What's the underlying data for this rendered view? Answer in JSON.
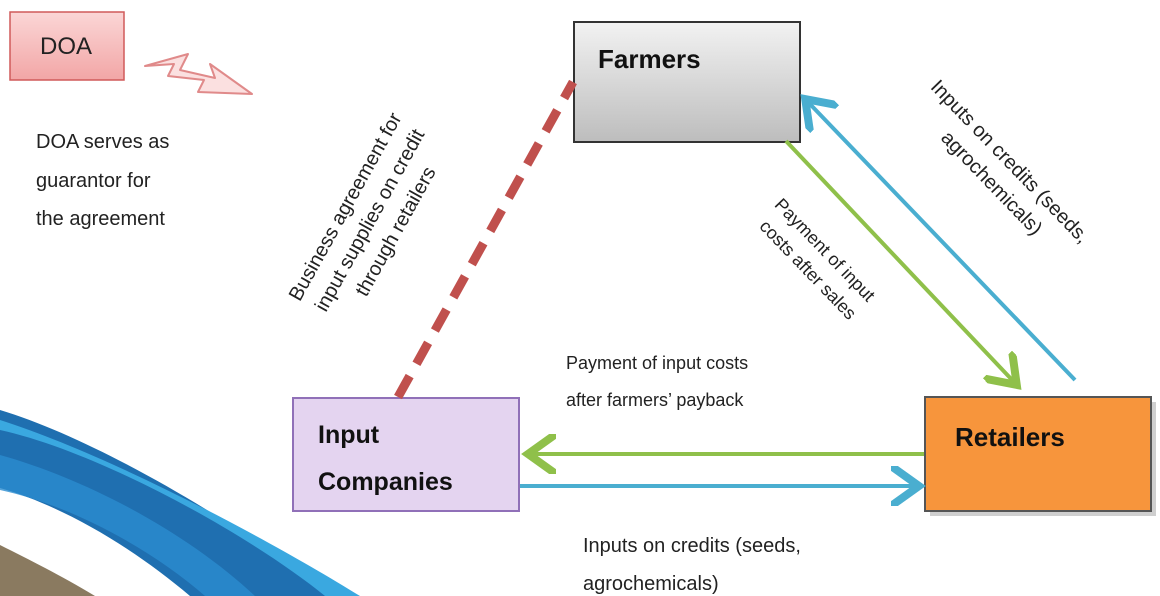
{
  "nodes": {
    "doa": "DOA",
    "farmers": "Farmers",
    "input_companies": [
      "Input",
      "Companies"
    ],
    "retailers": "Retailers"
  },
  "notes": {
    "doa_role": [
      "DOA serves as",
      "guarantor for",
      "the agreement"
    ]
  },
  "edge_labels": {
    "business_agreement": [
      "Business agreement for",
      "input supplies on credit",
      "through retailers"
    ],
    "inputs_to_farmers": [
      "Inputs on credits (seeds,",
      "agrochemicals)"
    ],
    "payment_from_farmers": [
      "Payment of input",
      "costs after sales"
    ],
    "payment_to_companies": [
      "Payment of input costs",
      "after farmers’ payback"
    ],
    "inputs_to_retailers": [
      "Inputs on credits (seeds,",
      "agrochemicals)"
    ]
  },
  "colors": {
    "doa_fill": "#f8c8c8",
    "doa_stroke": "#d05a5a",
    "farmers_fill": "#d4d4d4",
    "input_companies_fill": "#e4d4f0",
    "input_companies_stroke": "#9070b8",
    "retailers_fill": "#f7953c",
    "retailers_stroke": "#555555",
    "blue_arrow": "#4aaed0",
    "green_arrow": "#8fc04a",
    "red_dashed": "#c0504d",
    "lightning": "#e88a8a",
    "swoosh_dark": "#1f6fb0",
    "swoosh_light": "#3aa8e0"
  }
}
